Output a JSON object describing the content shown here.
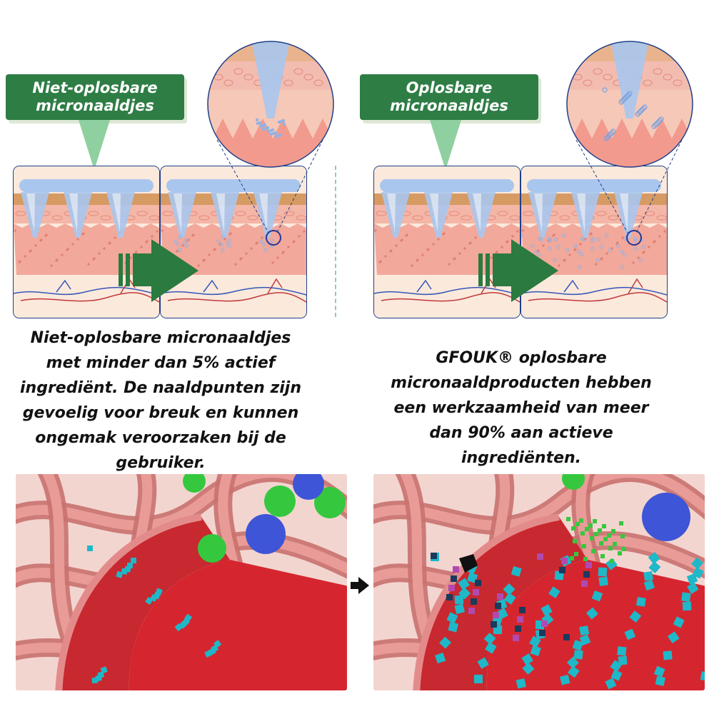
{
  "left": {
    "label": "Niet-oplosbare\nmicronaaldjes",
    "caption": "Niet-oplosbare micronaaldjes\nmet minder dan 5% actief\ningrediënt. De naaldpunten zijn\ngevoelig voor breuk en kunnen\nongemak veroorzaken bij de\ngebruiker."
  },
  "right": {
    "label": "Oplosbare\nmicronaaldjes",
    "caption": "GFOUK® oplosbare\nmicronaaldproducten hebben\neen werkzaamheid van meer\ndan 90% aan actieve\ningrediënten."
  },
  "colors": {
    "label_bg": "#2e7d45",
    "pointer": "#8fd0a0",
    "arrow": "#2b7a3f",
    "needle": "#a9c6ee",
    "skin_top": "#f4b6a6",
    "dermis": "#f2a89a",
    "vessel": "#d52630",
    "particle_cyan": "#1fb8c8",
    "particle_green": "#35c83f",
    "particle_blue": "#3d55d6"
  },
  "icons": [
    "arrow-right-icon",
    "magnifier-circle-icon",
    "microneedle-icon",
    "blood-vessel-icon",
    "black-arrow-icon"
  ]
}
